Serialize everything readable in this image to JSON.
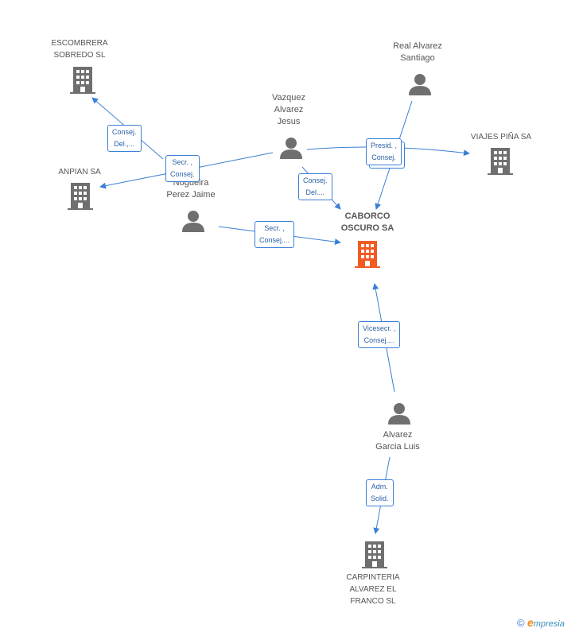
{
  "colors": {
    "edge": "#3a7fd5",
    "company_icon": "#6f6f6f",
    "focus_icon": "#f25a22",
    "person_icon": "#6f6f6f"
  },
  "nodes": {
    "escombrera": {
      "lines": [
        "ESCOMBRERA",
        "SOBREDO SL"
      ],
      "icon": "building-icon"
    },
    "anpian": {
      "lines": [
        "ANPIAN SA"
      ],
      "icon": "building-icon"
    },
    "viajes": {
      "lines": [
        "VIAJES PIÑA SA"
      ],
      "icon": "building-icon"
    },
    "caborco": {
      "lines": [
        "CABORCO",
        "OSCURO SA"
      ],
      "icon": "building-icon"
    },
    "carpinteria": {
      "lines": [
        "CARPINTERIA",
        "ALVAREZ EL",
        "FRANCO SL"
      ],
      "icon": "building-icon"
    },
    "real": {
      "lines": [
        "Real Alvarez",
        "Santiago"
      ],
      "icon": "person-icon"
    },
    "vazquez": {
      "lines": [
        "Vazquez",
        "Alvarez",
        "Jesus"
      ],
      "icon": "person-icon"
    },
    "nogueira": {
      "lines": [
        "Nogueira",
        "Perez Jaime"
      ],
      "icon": "person-icon"
    },
    "alvarez": {
      "lines": [
        "Alvarez",
        "Garcia Luis"
      ],
      "icon": "person-icon"
    }
  },
  "edges": {
    "consej_del_1": [
      "Consej.",
      "Del.,..."
    ],
    "secr_consej_1": [
      "Secr. ,",
      "Consej."
    ],
    "consej_del_2": [
      "Consej.",
      "Del...."
    ],
    "presid_consej": [
      "Presid. ,",
      "Consej."
    ],
    "secr_consej_2": [
      "Secr. ,",
      "Consej...."
    ],
    "vicesecr_consej": [
      "Vicesecr. ,",
      "Consej...."
    ],
    "adm_solid": [
      "Adm.",
      "Solid."
    ]
  },
  "footer": {
    "copyright": "©",
    "brand_e": "e",
    "brand_rest": "mpresia"
  }
}
